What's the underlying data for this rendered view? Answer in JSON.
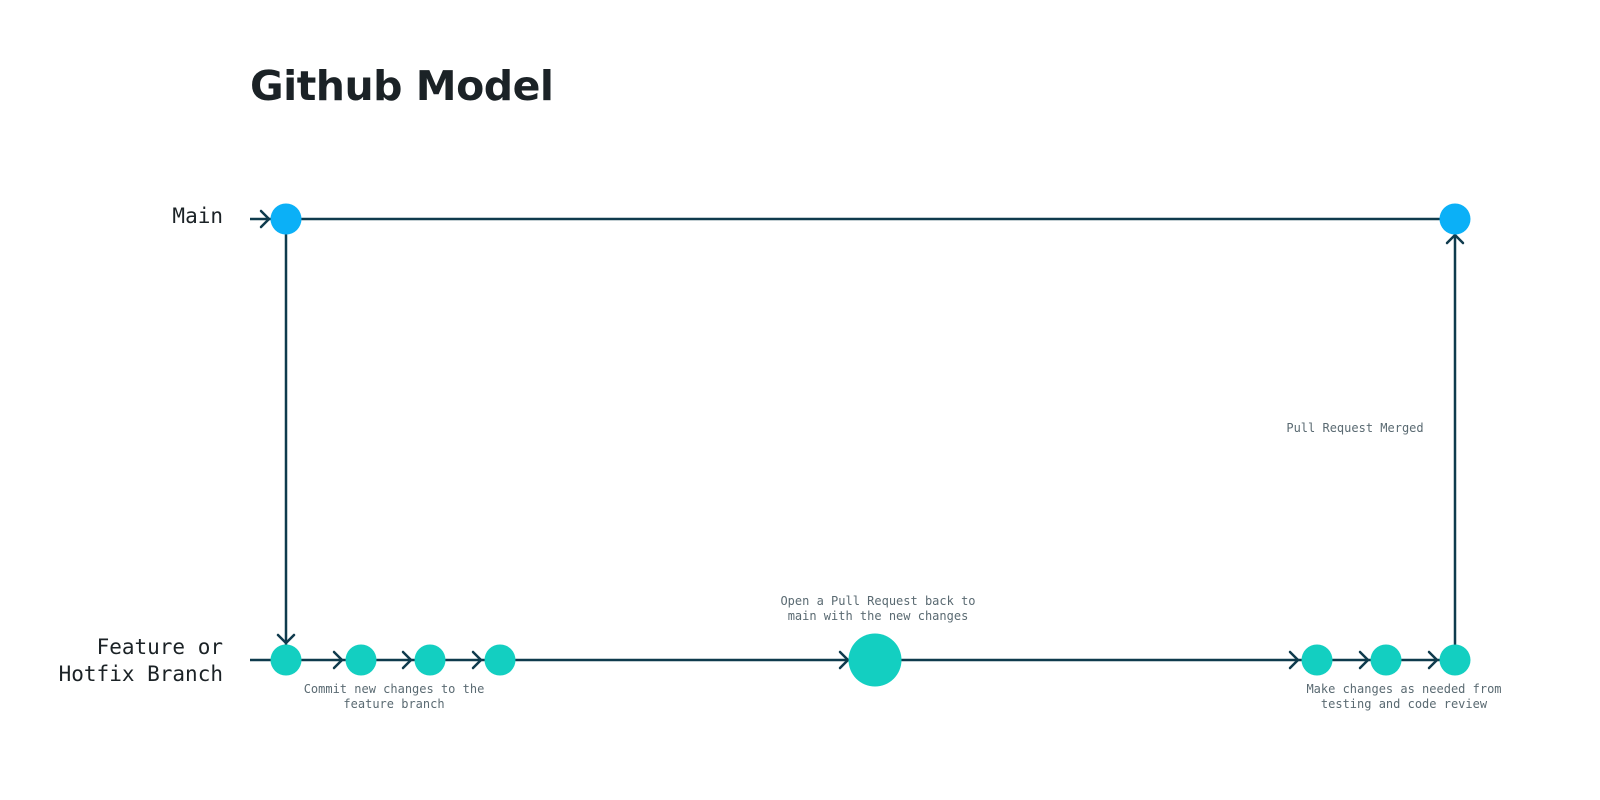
{
  "title": "Github Model",
  "lanes": {
    "main": "Main",
    "feature": "Feature or\nHotfix Branch"
  },
  "notes": {
    "commit": "Commit new changes to the\nfeature branch",
    "pull_request": "Open a Pull Request back to\nmain with the new changes",
    "merged": "Pull Request Merged",
    "review": "Make changes as needed from\ntesting and code review"
  },
  "colors": {
    "main_node": "#0bb0f7",
    "feature_node": "#13cfc1",
    "line": "#0f3b4d",
    "title": "#1b2226"
  }
}
